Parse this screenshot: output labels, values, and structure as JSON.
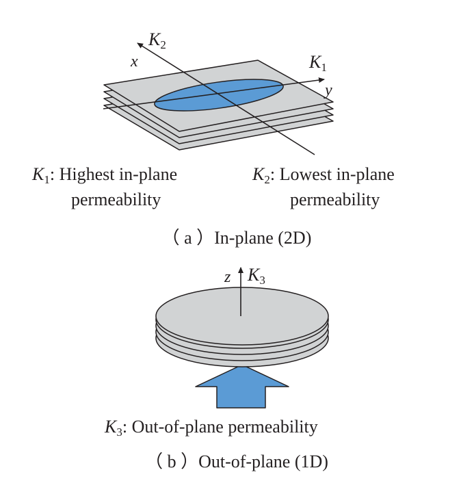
{
  "colors": {
    "sheet_fill": "#d1d3d4",
    "ellipse_fill": "#5b9bd5",
    "arrow_fill": "#5b9bd5",
    "stroke": "#231f20"
  },
  "panel_a": {
    "axis_x": "x",
    "axis_y": "y",
    "k1_symbol": "K",
    "k1_sub": "1",
    "k2_symbol": "K",
    "k2_sub": "2",
    "k1_desc_line1": ": Highest in-plane",
    "k1_desc_line2": "permeability",
    "k2_desc_line1": ": Lowest in-plane",
    "k2_desc_line2": "permeability",
    "caption": "（ a ）In-plane (2D)"
  },
  "panel_b": {
    "axis_z": "z",
    "k3_symbol": "K",
    "k3_sub": "3",
    "k3_desc": ": Out-of-plane permeability",
    "caption": "（ b ）Out-of-plane (1D)"
  }
}
